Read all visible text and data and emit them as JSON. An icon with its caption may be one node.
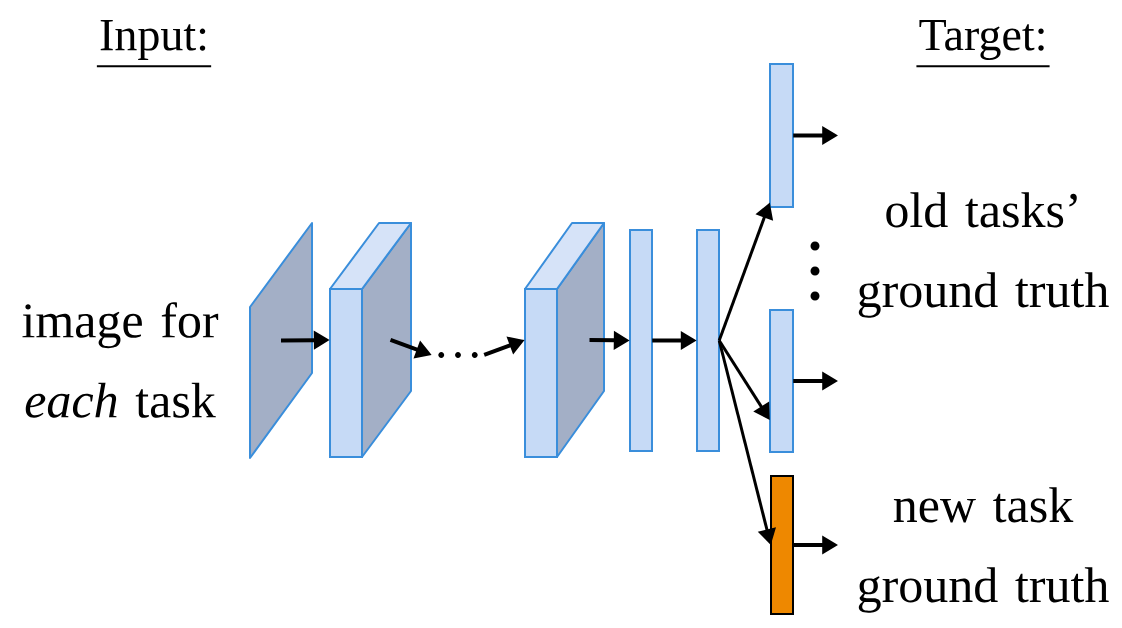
{
  "diagram": {
    "nodes": [
      {
        "text": [],
        "shape": "parallelogram"
      },
      {
        "text": [],
        "shape": "cuboid"
      },
      {
        "text": [
          "…"
        ]
      },
      {
        "text": [],
        "shape": "cuboid"
      },
      {
        "text": [],
        "shape": "bar"
      },
      {
        "text": [],
        "shape": "bar"
      },
      {
        "text": [],
        "shape": "bar"
      },
      {
        "text": [],
        "shape": "bar"
      },
      {
        "text": [],
        "shape": "bar"
      }
    ],
    "edges": [
      {
        "from": 0,
        "to": 1,
        "arrow": "to"
      },
      {
        "from": 1,
        "to": 2,
        "arrow": "to"
      },
      {
        "from": 2,
        "to": 3,
        "arrow": "to"
      },
      {
        "from": 3,
        "to": 4,
        "arrow": "to"
      },
      {
        "from": 4,
        "to": 5,
        "arrow": "to"
      },
      {
        "from": 5,
        "to": 6,
        "arrow": "to"
      },
      {
        "from": 5,
        "to": 7,
        "arrow": "to"
      },
      {
        "from": 5,
        "to": 8,
        "arrow": "to"
      },
      {
        "from": 6,
        "to": null,
        "arrow": "to"
      },
      {
        "from": 7,
        "to": null,
        "arrow": "to"
      },
      {
        "from": 8,
        "to": null,
        "arrow": "to"
      }
    ],
    "labels": [
      "Input:",
      "Target:",
      "image for *each* task",
      "old tasks’ ground truth",
      "new task ground truth"
    ]
  }
}
